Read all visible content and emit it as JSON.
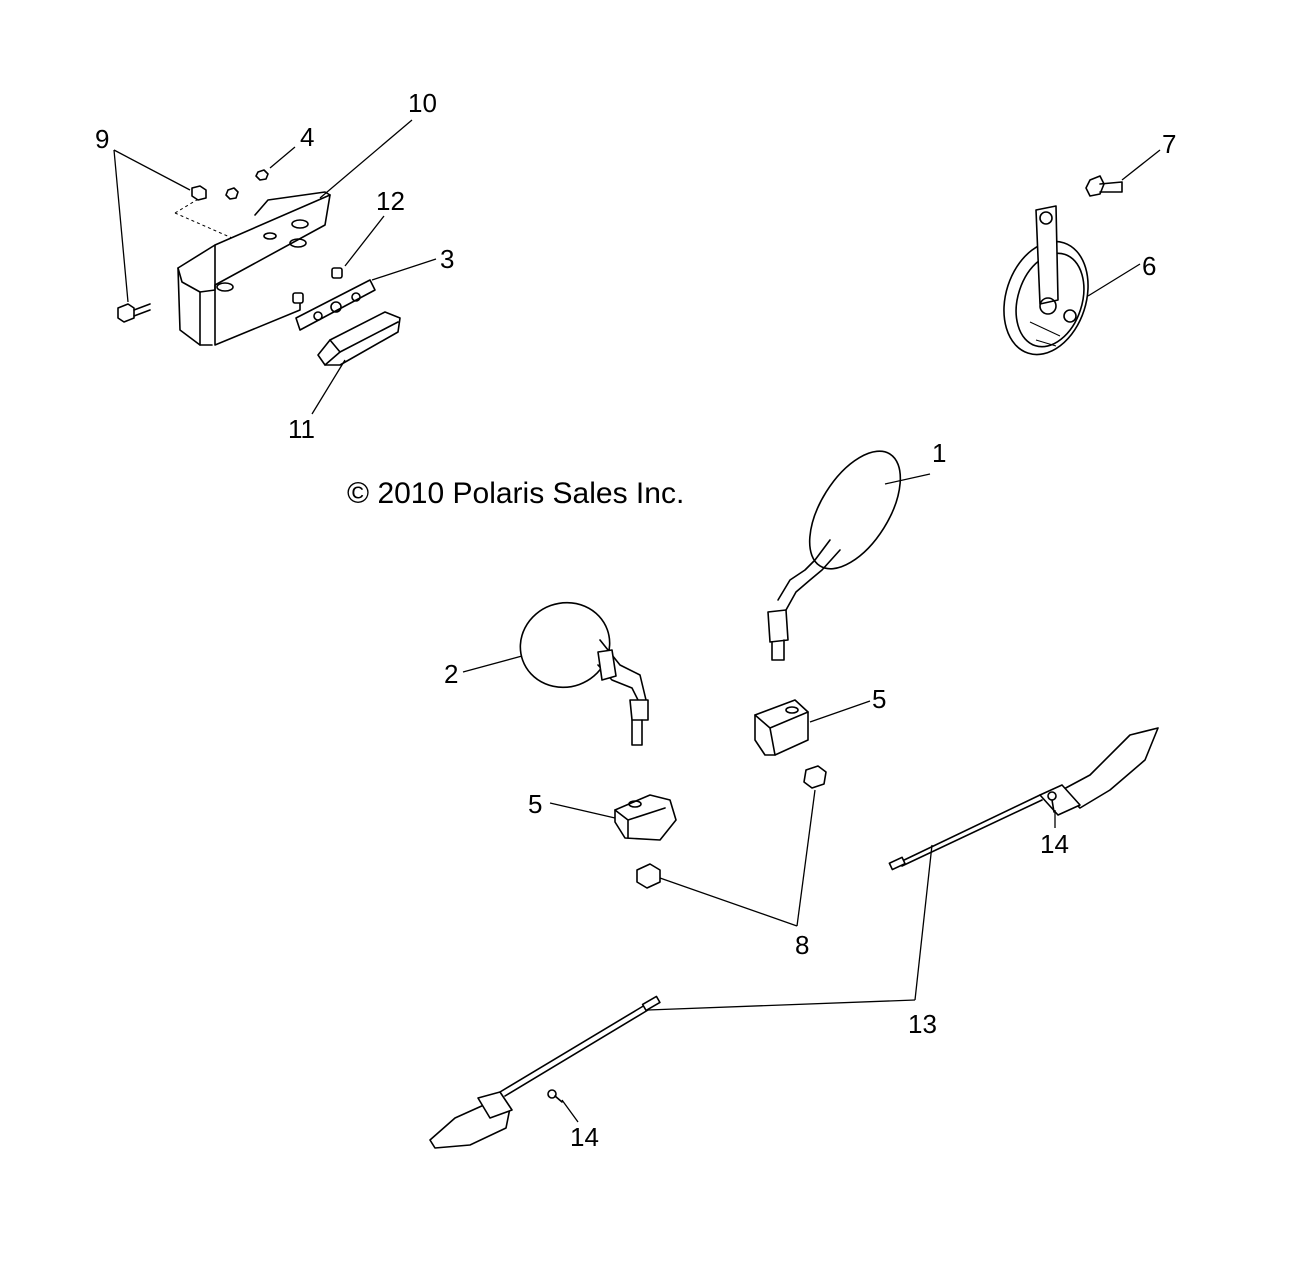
{
  "copyright": "© 2010 Polaris Sales Inc.",
  "callouts": {
    "c1": "1",
    "c2": "2",
    "c3": "3",
    "c4": "4",
    "c5a": "5",
    "c5b": "5",
    "c6": "6",
    "c7": "7",
    "c8": "8",
    "c9": "9",
    "c10": "10",
    "c11": "11",
    "c12": "12",
    "c13": "13",
    "c14a": "14",
    "c14b": "14"
  }
}
